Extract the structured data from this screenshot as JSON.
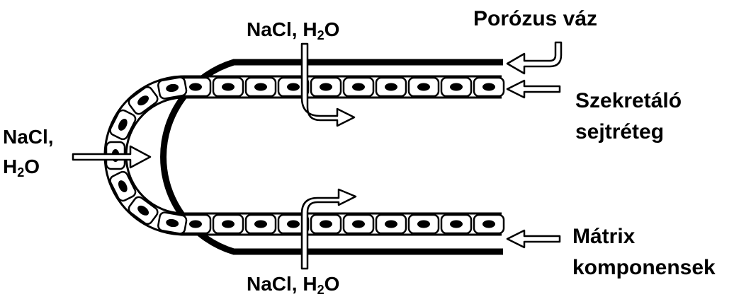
{
  "labels": {
    "porous": "Porózus váz",
    "secretory_line1": "Szekretáló",
    "secretory_line2": "sejtréteg",
    "matrix_line1": "Mátrix",
    "matrix_line2": "komponensek"
  },
  "chem": {
    "nacl": "NaCl,",
    "h": "H",
    "sub2": "2",
    "o": "O"
  },
  "colors": {
    "line": "#000000",
    "background": "#ffffff"
  }
}
